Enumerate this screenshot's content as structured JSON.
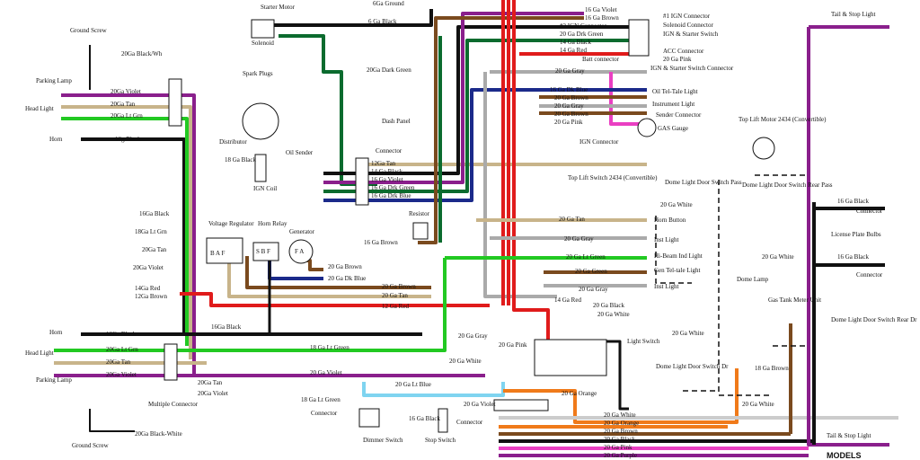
{
  "colors": {
    "black": "#111111",
    "violet": "#8a1f8c",
    "tan": "#c8b48a",
    "lt_green": "#22c922",
    "dk_green": "#0b6b2e",
    "brown": "#7a4a1e",
    "red": "#e01b1b",
    "gray": "#aaaaaa",
    "pink": "#ea3fc2",
    "dk_blue": "#1b2a8a",
    "lt_blue": "#7fd4f0",
    "orange": "#f07a1a",
    "white_wire": "#cccccc"
  },
  "labels": {
    "ground_screw_top": "Ground Screw",
    "black_wh_top": "20Ga Black/Wh",
    "parking_lamp_top": "Parking Lamp",
    "head_light_top": "Head Light",
    "violet_20": "20Ga Violet",
    "tan_20": "20Ga Tan",
    "ltgrn_20": "20Ga Lt Grn",
    "horn_top": "Horn",
    "black_16g": "16g Black",
    "spark_plugs": "Spark Plugs",
    "distributor": "Distributor",
    "ga18_black": "18 Ga Black",
    "ign_coil": "IGN Coil",
    "oil_sender": "Oil Sender",
    "starter_motor": "Starter Motor",
    "solenoid": "Solenoid",
    "six_ga_ground": "6Ga Ground",
    "six_ga_black": "6 Ga Black",
    "dk_green_20": "20Ga Dark Green",
    "dash_panel": "Dash Panel",
    "connector": "Connector",
    "tan_12": "12Ga Tan",
    "black_14": "14 Ga Black",
    "violet_16": "16 Ga Violet",
    "dkgreen_16": "16 Ga Drk Green",
    "dkblue_16": "16 Ga Drk Blue",
    "resistor": "Resistor",
    "brown_16": "16 Ga Brown",
    "black_16_left": "16Ga Black",
    "ltgrn_18_left": "18Ga Lt Grn",
    "tan_20_left": "20Ga Tan",
    "violet_20_left": "20Ga Violet",
    "red_14_left": "14Ga Red",
    "brown_12_left": "12Ga Brown",
    "voltage_regulator": "Voltage Regulator",
    "horn_relay": "Horn Relay",
    "generator": "Generator",
    "reg_terms": "B A F",
    "relay_terms": "S B F",
    "gen_terms": "F A",
    "brown_20": "20 Ga Brown",
    "dkblue_20": "20 Ga Dk Blue",
    "brown_20b": "20 Ga Brown",
    "tan_20b": "20 Ga Tan",
    "red_12": "12 Ga Red",
    "horn_bot": "Horn",
    "black_16_bot": "16Ga Black",
    "head_light_bot": "Head Light",
    "parking_lamp_bot": "Parking Lamp",
    "ltgrn_20_bot": "20Ga Lt Grn",
    "tan_20_bot": "20Ga Tan",
    "violet_20_bot": "20Ga Violet",
    "tan_20_mc": "20Ga Tan",
    "violet_20_mc": "20Ga Violet",
    "multiple_connector": "Multiple Connector",
    "ground_screw_bot": "Ground Screw",
    "black_white_bot": "20Ga Black-White",
    "black_16_mid": "16Ga Black",
    "ltgreen_18_mid": "18 Ga Lt Green",
    "violet_20_mid": "20 Ga Violet",
    "ltgreen_18_dimmer": "18 Ga Lt Green",
    "ltblue_20": "20 Ga Lt Blue",
    "connector_dimmer": "Connector",
    "dimmer_switch": "Dimmer Switch",
    "black_16_stop": "16 Ga Black",
    "connector_stop": "Connector",
    "stop_switch": "Stop Switch",
    "white_20_a": "20 Ga White",
    "violet_20_b": "20 Ga Violet",
    "gray_20": "20 Ga Gray",
    "pink_20": "20 Ga Pink",
    "ign_starter_top": "#1 IGN Connector",
    "violet_16_top": "16 Ga Violet",
    "brown_16_top": "16 Ga Brown",
    "ign_conn_2": "#2 IGN Connector",
    "dkgreen_20_top": "20 Ga Drk Green",
    "black_14_top": "14 Ga Black",
    "red_14_top": "14 Ga Red",
    "solenoid_conn": "Solenoid Connector",
    "ign_starter_switch": "IGN & Starter Switch",
    "acc_connector": "ACC Connector",
    "pink_20_top": "20 Ga Pink",
    "batt_connector": "Batt connector",
    "gray_20_top": "20 Ga Gray",
    "ign_starter_conn": "IGN & Starter Switch Connector",
    "dkblue_16_r": "16 Ga Dk Blue",
    "brown_20_r": "20 Ga Brown",
    "gray_20_r": "20 Ga Gray",
    "brown_20_r2": "20 Ga Brown",
    "pink_20_r": "20 Ga Pink",
    "oil_telltale": "Oil Tel-Tale Light",
    "instrument_light": "Instrument Light",
    "sender_connector": "Sender Connector",
    "gas_gauge": "GAS Gauge",
    "ign_connector": "IGN Connector",
    "top_lift_motor": "Top Lift Motor 2434 (Convertible)",
    "top_lift_switch": "Top Lift Switch 2434 (Convertible)",
    "dome_pass": "Dome Light Door Switch Pass",
    "dome_rear_pass": "Dome Light Door Switch Rear Pass",
    "white_20_r": "20 Ga White",
    "tan_20_horn": "20 Ga Tan",
    "horn_button": "Horn Button",
    "gray_20_inst": "20 Ga Gray",
    "inst_light": "Inst Light",
    "ltgreen_20_hb": "20 Ga Lt Green",
    "hibeam": "Hi-Beam Ind Light",
    "green_20_gen": "20 Ga Green",
    "gen_telltale": "Gen Tel-tale Light",
    "gray_20_inst2": "20 Ga Gray",
    "inst_light2": "Inst Light",
    "white_20_dome": "20 Ga White",
    "dome_lamp": "Dome Lamp",
    "black_20_ls": "20 Ga Black",
    "white_20_ls": "20 Ga White",
    "red_14_ls": "14 Ga Red",
    "light_switch": "Light Switch",
    "white_20_mid": "20 Ga White",
    "dome_dr": "Dome Light Door Switch Dr",
    "orange_20": "20 Ga Orange",
    "gas_tank": "Gas Tank Meter Unit",
    "dome_rear_dr": "Dome Light Door Switch Rear Dr",
    "brown_18": "18 Ga Brown",
    "white_20_bot": "20 Ga White",
    "tail_stop_top": "Tail & Stop Light",
    "black_16_r1": "16 Ga Black",
    "connector_r1": "Connector",
    "license_plate": "License Plate Bulbs",
    "black_16_r2": "16 Ga Black",
    "connector_r2": "Connector",
    "tail_stop_bot": "Tail & Stop Light",
    "white_20_b": "20 Ga White",
    "orange_20_b": "20 Ga Orange",
    "brown_20_b": "20 Ga Brown",
    "black_20_b": "20 Ga Black",
    "pink_20_b": "20 Ga Pink",
    "purple_20_b": "20 Ga Purple",
    "models": "MODELS"
  }
}
